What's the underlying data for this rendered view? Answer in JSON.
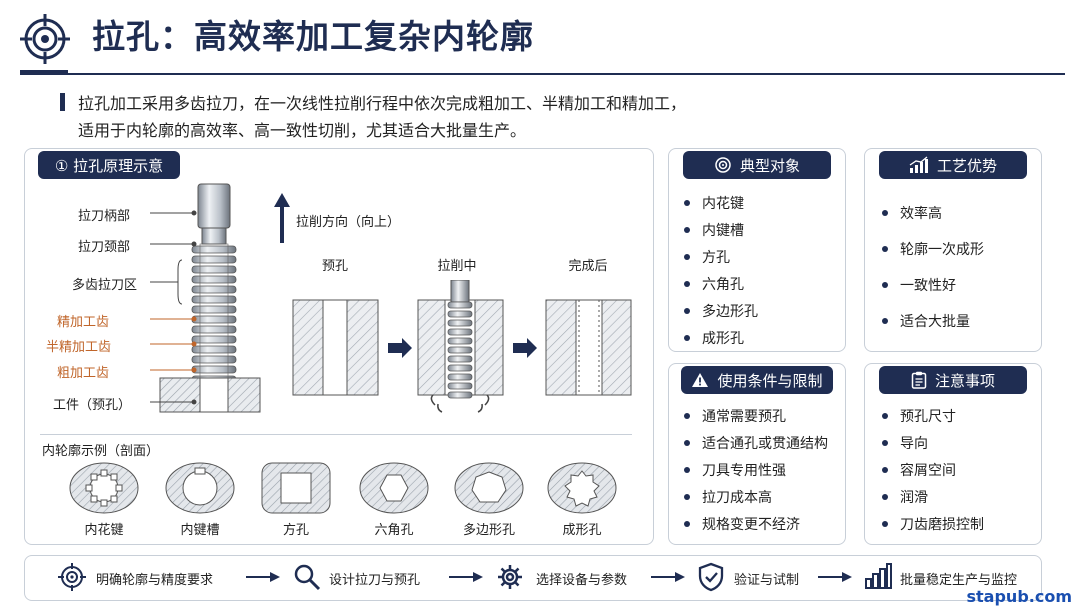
{
  "header": {
    "title": "拉孔：高效率加工复杂内轮廓"
  },
  "intro": {
    "line1": "拉孔加工采用多齿拉刀，在一次线性拉削行程中依次完成粗加工、半精加工和精加工，",
    "line2": "适用于内轮廓的高效率、高一致性切削，尤其适合大批量生产。"
  },
  "principle": {
    "title": "① 拉孔原理示意",
    "labels": [
      "拉刀柄部",
      "拉刀颈部",
      "多齿拉刀区",
      "精加工齿",
      "半精加工齿",
      "粗加工齿",
      "工件（预孔）"
    ],
    "direction": "拉削方向（向上）",
    "stages": [
      "预孔",
      "拉削中",
      "完成后"
    ]
  },
  "examples": {
    "title": "内轮廓示例（剖面）",
    "items": [
      "内花键",
      "内键槽",
      "方孔",
      "六角孔",
      "多边形孔",
      "成形孔"
    ]
  },
  "typical": {
    "title": "典型对象",
    "items": [
      "内花键",
      "内键槽",
      "方孔",
      "六角孔",
      "多边形孔",
      "成形孔"
    ]
  },
  "advantages": {
    "title": "工艺优势",
    "items": [
      "效率高",
      "轮廓一次成形",
      "一致性好",
      "适合大批量"
    ]
  },
  "conditions": {
    "title": "使用条件与限制",
    "items": [
      "通常需要预孔",
      "适合通孔或贯通结构",
      "刀具专用性强",
      "拉刀成本高",
      "规格变更不经济"
    ]
  },
  "notes": {
    "title": "注意事项",
    "items": [
      "预孔尺寸",
      "导向",
      "容屑空间",
      "润滑",
      "刀齿磨损控制"
    ]
  },
  "workflow": {
    "steps": [
      "明确轮廓与精度要求",
      "设计拉刀与预孔",
      "选择设备与参数",
      "验证与试制",
      "批量稳定生产与监控"
    ]
  },
  "watermark": "stapub.com",
  "colors": {
    "navy": "#1f2d52",
    "orange": "#c0652a",
    "border": "#c8cfd8"
  }
}
